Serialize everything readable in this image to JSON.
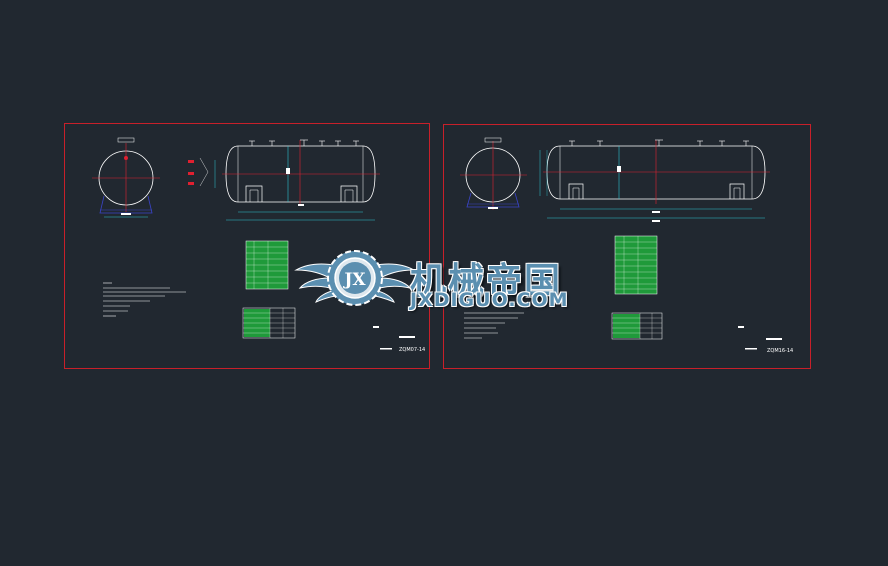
{
  "drawings": [
    {
      "id": "sheet-left",
      "drawing_number": "ZQM07-14",
      "border_color": "#c8202a"
    },
    {
      "id": "sheet-right",
      "drawing_number": "ZQM16-14",
      "border_color": "#c8202a"
    }
  ],
  "watermark": {
    "brand_cn": "机械帝国",
    "brand_en": "JXDIGUO.COM",
    "emblem_text": "JX",
    "color": "#5b8fb0"
  },
  "colors": {
    "background": "#212830",
    "vessel_outline": "#ffffff",
    "centerline": "#e02030",
    "dimension": "#2ec4d0",
    "table_fill": "#1f9a3a",
    "saddle": "#3a44c8"
  }
}
